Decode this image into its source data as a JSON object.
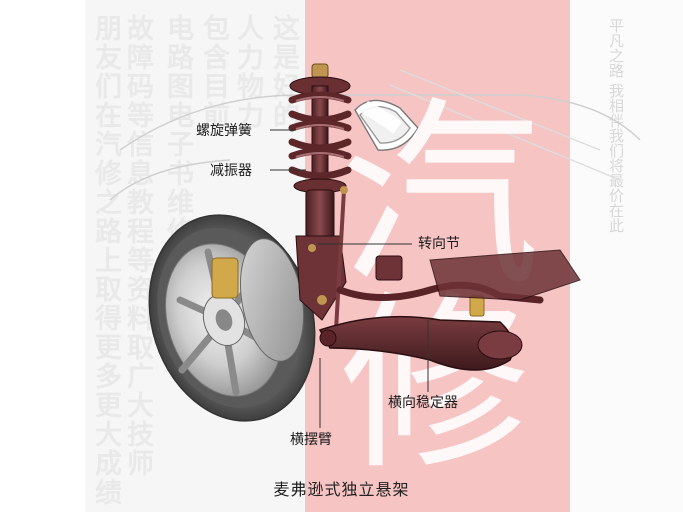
{
  "diagram": {
    "caption": "麦弗逊式独立悬架",
    "labels": {
      "coil_spring": "螺旋弹簧",
      "shock_absorber": "减振器",
      "steering_knuckle": "转向节",
      "lateral_stabilizer": "横向稳定器",
      "control_arm": "横摆臂"
    }
  },
  "watermark": {
    "big_chars": "汽修",
    "left_columns": [
      "朋友们在汽修之路上取得更多更大成绩",
      "故障码等信息教程等资料取广大技师",
      "电路图电子书维修手册",
      "包含目前",
      "人力物力",
      "这是好的"
    ],
    "right_columns": [
      "平凡之路",
      "我相伴我们将最价在此"
    ]
  },
  "colors": {
    "pink_panel": "#f7c4c4",
    "watermark_big": "#ffffff",
    "leader_line": "#333333"
  }
}
